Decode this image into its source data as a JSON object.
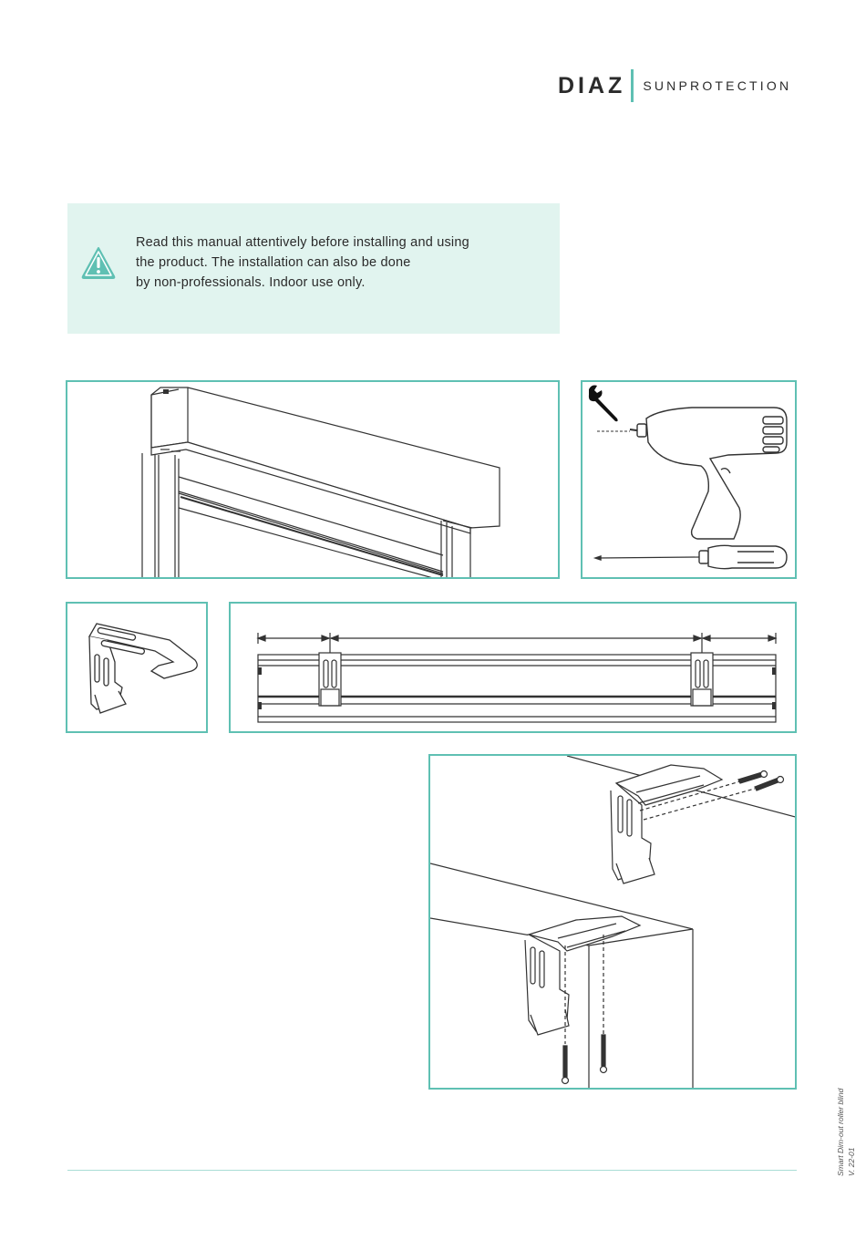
{
  "brand": {
    "name": "DIAZ",
    "tagline": "SUNPROTECTION",
    "accent_color": "#5fc0b3",
    "notice_bg_color": "#e1f4ef"
  },
  "notice": {
    "icon": "warning-triangle-icon",
    "lines": [
      "Read this manual attentively before installing and using",
      "the product. The installation can also be done",
      "by non-professionals. Indoor use only."
    ]
  },
  "illustrations": {
    "tools": [
      "wrench-icon",
      "drill-icon",
      "drill-bit-icon",
      "screwdriver-icon"
    ]
  },
  "footer": {
    "product": "Smart Dim-out roller blind",
    "version": "V. 22-01"
  }
}
